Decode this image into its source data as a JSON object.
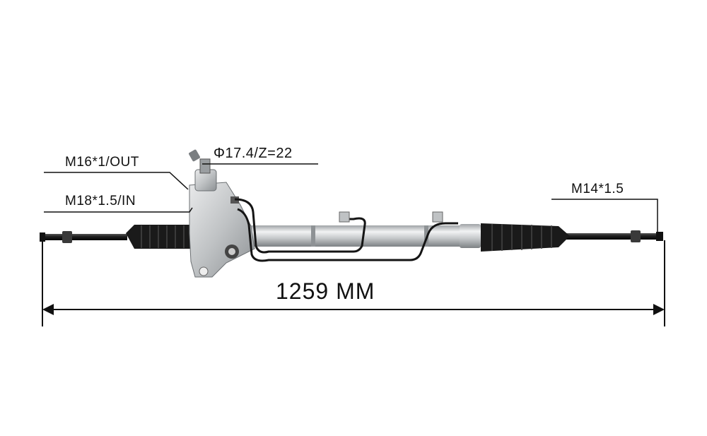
{
  "labels": {
    "outlet_thread": "M16*1/OUT",
    "inlet_thread": "M18*1.5/IN",
    "pinion_spec": "Φ17.4/Z=22",
    "tie_rod_thread": "M14*1.5",
    "overall_length": "1259 MM"
  },
  "colors": {
    "background": "#ffffff",
    "line": "#111111",
    "housing": "#cfd2d4",
    "boot": "#1a1a1a"
  }
}
